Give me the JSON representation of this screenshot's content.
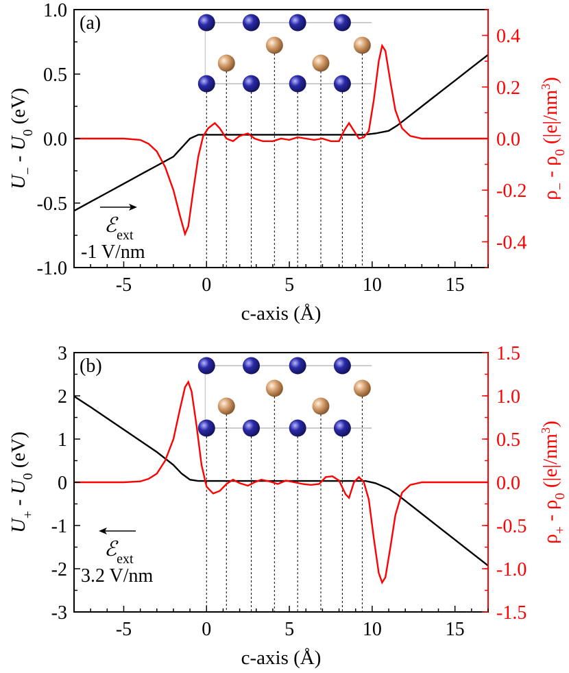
{
  "colors": {
    "potential": "#000000",
    "density": "#ff0000",
    "atom_blue": "#2a2aa8",
    "atom_copper": "#d29a68",
    "axis_right": "#ff0000"
  },
  "chart_data": [
    {
      "type": "line",
      "panel_label": "(a)",
      "xlabel": "c-axis (Å)",
      "ylabel_left": "U_ - U0 (eV)",
      "ylabel_right": "ρ_ - ρ0 (|e|/nm3)",
      "xlim": [
        -8,
        17
      ],
      "ylim_left": [
        -1.0,
        1.0
      ],
      "ylim_right": [
        -0.5,
        0.5
      ],
      "xticks": [
        -5,
        0,
        5,
        10,
        15
      ],
      "yticks_left": [
        "-1.0",
        "-0.5",
        "0.0",
        "0.5",
        "1.0"
      ],
      "yticks_right": [
        "-0.4",
        "-0.2",
        "0.0",
        "0.2",
        "0.4"
      ],
      "field_label": "ℰext",
      "field_value": "-1 V/nm",
      "field_direction": "right",
      "atom_planes": [
        0,
        1.2,
        2.7,
        4.1,
        5.5,
        6.9,
        8.2,
        9.4
      ],
      "series": [
        {
          "axis": "left",
          "color": "black",
          "points": [
            [
              -8,
              -0.56
            ],
            [
              -7,
              -0.49
            ],
            [
              -6,
              -0.42
            ],
            [
              -5,
              -0.35
            ],
            [
              -4,
              -0.28
            ],
            [
              -3,
              -0.21
            ],
            [
              -2,
              -0.14
            ],
            [
              -1.5,
              -0.07
            ],
            [
              -1,
              0.0
            ],
            [
              -0.5,
              0.03
            ],
            [
              0,
              0.03
            ],
            [
              2,
              0.03
            ],
            [
              4,
              0.03
            ],
            [
              6,
              0.03
            ],
            [
              8,
              0.03
            ],
            [
              9.5,
              0.03
            ],
            [
              10.2,
              0.04
            ],
            [
              11,
              0.06
            ],
            [
              11.5,
              0.1
            ],
            [
              12,
              0.15
            ],
            [
              13,
              0.25
            ],
            [
              14,
              0.35
            ],
            [
              15,
              0.45
            ],
            [
              16,
              0.55
            ],
            [
              17,
              0.65
            ]
          ]
        },
        {
          "axis": "right",
          "color": "red",
          "points": [
            [
              -8,
              0.0
            ],
            [
              -5,
              0.0
            ],
            [
              -4,
              -0.005
            ],
            [
              -3.5,
              -0.02
            ],
            [
              -3,
              -0.05
            ],
            [
              -2.5,
              -0.11
            ],
            [
              -2,
              -0.2
            ],
            [
              -1.6,
              -0.3
            ],
            [
              -1.3,
              -0.37
            ],
            [
              -1.1,
              -0.34
            ],
            [
              -0.8,
              -0.2
            ],
            [
              -0.5,
              -0.07
            ],
            [
              -0.2,
              0.01
            ],
            [
              0.1,
              0.04
            ],
            [
              0.5,
              0.06
            ],
            [
              0.8,
              0.04
            ],
            [
              1.2,
              0.0
            ],
            [
              1.6,
              -0.01
            ],
            [
              2.0,
              0.01
            ],
            [
              2.5,
              0.02
            ],
            [
              2.9,
              0.0
            ],
            [
              3.4,
              -0.01
            ],
            [
              4,
              -0.01
            ],
            [
              4.5,
              0.0
            ],
            [
              5,
              -0.005
            ],
            [
              5.5,
              0.005
            ],
            [
              6,
              0.0
            ],
            [
              6.5,
              -0.005
            ],
            [
              7,
              0.0
            ],
            [
              7.5,
              -0.01
            ],
            [
              8,
              -0.01
            ],
            [
              8.3,
              0.03
            ],
            [
              8.6,
              0.06
            ],
            [
              8.9,
              0.03
            ],
            [
              9.2,
              0.0
            ],
            [
              9.5,
              0.005
            ],
            [
              9.8,
              0.03
            ],
            [
              10.1,
              0.15
            ],
            [
              10.4,
              0.3
            ],
            [
              10.6,
              0.36
            ],
            [
              10.8,
              0.34
            ],
            [
              11.1,
              0.22
            ],
            [
              11.4,
              0.11
            ],
            [
              11.8,
              0.04
            ],
            [
              12.3,
              0.01
            ],
            [
              13,
              0.0
            ],
            [
              17,
              0.0
            ]
          ]
        }
      ]
    },
    {
      "type": "line",
      "panel_label": "(b)",
      "xlabel": "c-axis (Å)",
      "ylabel_left": "U+ - U0 (eV)",
      "ylabel_right": "ρ+ - ρ0 (|e|/nm3)",
      "xlim": [
        -8,
        17
      ],
      "ylim_left": [
        -3,
        3
      ],
      "ylim_right": [
        -1.5,
        1.5
      ],
      "xticks": [
        -5,
        0,
        5,
        10,
        15
      ],
      "yticks_left": [
        "-3",
        "-2",
        "-1",
        "0",
        "1",
        "2",
        "3"
      ],
      "yticks_right": [
        "-1.5",
        "-1.0",
        "-0.5",
        "0.0",
        "0.5",
        "1.0",
        "1.5"
      ],
      "field_label": "ℰext",
      "field_value": "3.2 V/nm",
      "field_direction": "left",
      "atom_planes": [
        0,
        1.2,
        2.7,
        4.1,
        5.5,
        6.9,
        8.2,
        9.4
      ],
      "series": [
        {
          "axis": "left",
          "color": "black",
          "points": [
            [
              -8,
              1.99
            ],
            [
              -7,
              1.74
            ],
            [
              -6,
              1.48
            ],
            [
              -5,
              1.22
            ],
            [
              -4,
              0.96
            ],
            [
              -3,
              0.7
            ],
            [
              -2,
              0.4
            ],
            [
              -1.5,
              0.2
            ],
            [
              -1,
              0.06
            ],
            [
              -0.5,
              0.03
            ],
            [
              0,
              0.03
            ],
            [
              2,
              0.03
            ],
            [
              4,
              0.03
            ],
            [
              6,
              0.03
            ],
            [
              8,
              0.03
            ],
            [
              9.6,
              0.03
            ],
            [
              10.2,
              -0.02
            ],
            [
              11,
              -0.15
            ],
            [
              11.5,
              -0.28
            ],
            [
              12,
              -0.43
            ],
            [
              13,
              -0.73
            ],
            [
              14,
              -1.03
            ],
            [
              15,
              -1.33
            ],
            [
              16,
              -1.63
            ],
            [
              17,
              -1.93
            ]
          ]
        },
        {
          "axis": "right",
          "color": "red",
          "points": [
            [
              -8,
              0.0
            ],
            [
              -5,
              0.0
            ],
            [
              -4,
              0.01
            ],
            [
              -3.5,
              0.04
            ],
            [
              -3,
              0.1
            ],
            [
              -2.5,
              0.25
            ],
            [
              -2,
              0.5
            ],
            [
              -1.6,
              0.85
            ],
            [
              -1.3,
              1.1
            ],
            [
              -1.1,
              1.16
            ],
            [
              -0.9,
              1.05
            ],
            [
              -0.6,
              0.65
            ],
            [
              -0.3,
              0.2
            ],
            [
              0,
              -0.05
            ],
            [
              0.4,
              -0.13
            ],
            [
              0.8,
              -0.1
            ],
            [
              1.2,
              -0.02
            ],
            [
              1.6,
              0.03
            ],
            [
              2.0,
              -0.01
            ],
            [
              2.5,
              -0.04
            ],
            [
              2.9,
              0.0
            ],
            [
              3.3,
              0.03
            ],
            [
              3.8,
              0.01
            ],
            [
              4.3,
              -0.02
            ],
            [
              4.8,
              0.02
            ],
            [
              5.3,
              0.0
            ],
            [
              5.8,
              -0.02
            ],
            [
              6.3,
              -0.03
            ],
            [
              6.8,
              -0.02
            ],
            [
              7.2,
              0.06
            ],
            [
              7.6,
              0.07
            ],
            [
              8.0,
              0.02
            ],
            [
              8.4,
              -0.14
            ],
            [
              8.6,
              -0.18
            ],
            [
              8.9,
              0.0
            ],
            [
              9.2,
              0.06
            ],
            [
              9.5,
              0.0
            ],
            [
              9.8,
              -0.2
            ],
            [
              10.1,
              -0.65
            ],
            [
              10.4,
              -1.05
            ],
            [
              10.6,
              -1.16
            ],
            [
              10.8,
              -1.1
            ],
            [
              11.1,
              -0.75
            ],
            [
              11.4,
              -0.38
            ],
            [
              11.8,
              -0.12
            ],
            [
              12.3,
              -0.03
            ],
            [
              13,
              0.0
            ],
            [
              17,
              0.0
            ]
          ]
        }
      ]
    }
  ]
}
